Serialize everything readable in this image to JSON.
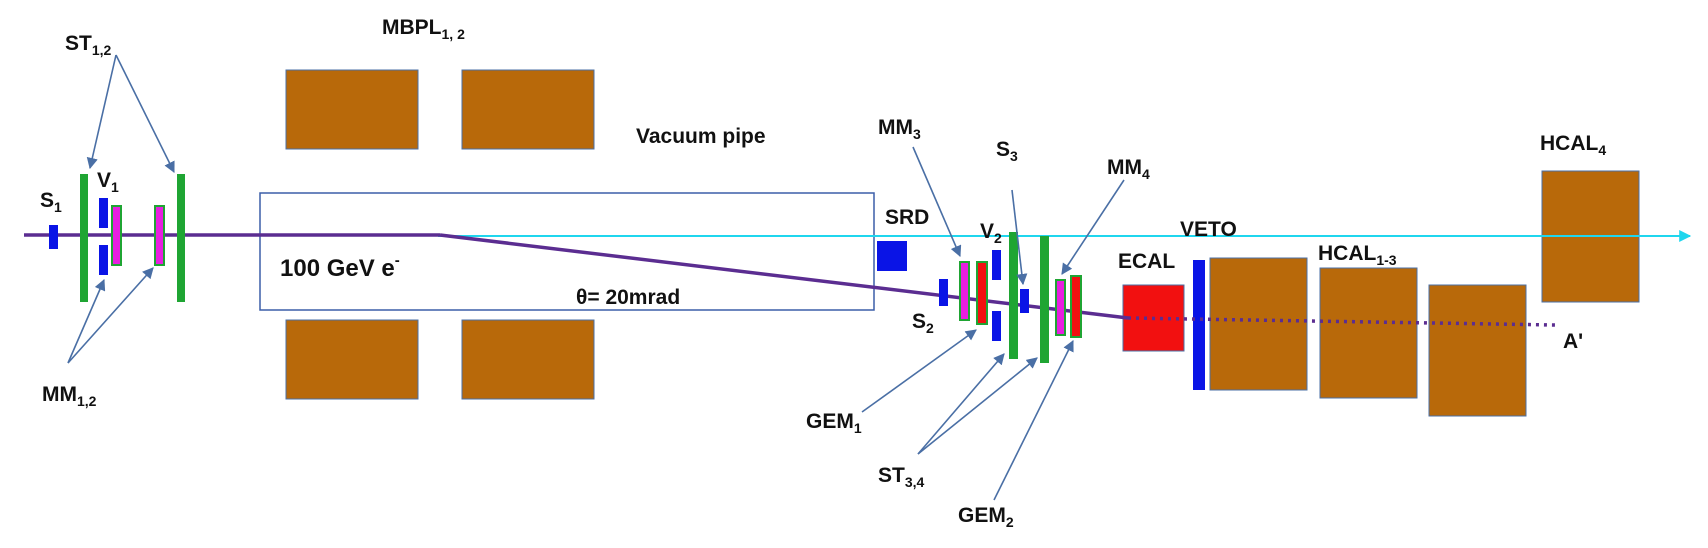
{
  "labels": {
    "st12": "ST",
    "st12_sub": "1,2",
    "mbpl": "MBPL",
    "mbpl_sub": "1, 2",
    "vacuum": "Vacuum pipe",
    "v1": "V",
    "v1_sub": "1",
    "s1": "S",
    "s1_sub": "1",
    "mm12": "MM",
    "mm12_sub": "1,2",
    "beam": "100 GeV e",
    "beam_sup": "-",
    "theta": "θ= 20mrad",
    "mm3": "MM",
    "mm3_sub": "3",
    "srd": "SRD",
    "s3": "S",
    "s3_sub": "3",
    "v2": "V",
    "v2_sub": "2",
    "mm4": "MM",
    "mm4_sub": "4",
    "s2": "S",
    "s2_sub": "2",
    "gem1": "GEM",
    "gem1_sub": "1",
    "st34": "ST",
    "st34_sub": "3,4",
    "gem2": "GEM",
    "gem2_sub": "2",
    "ecal": "ECAL",
    "veto": "VETO",
    "hcal13": "HCAL",
    "hcal13_sub": "1-3",
    "hcal4": "HCAL",
    "hcal4_sub": "4",
    "aprime": "A'"
  },
  "colors": {
    "magnet": "#b8690a",
    "green": "#1fa533",
    "blue": "#0a14e6",
    "magenta": "#e81ee0",
    "red": "#f21010",
    "beam": "#5b2d91",
    "cyan": "#1fd6ee",
    "arrow": "#4a6fa5"
  }
}
